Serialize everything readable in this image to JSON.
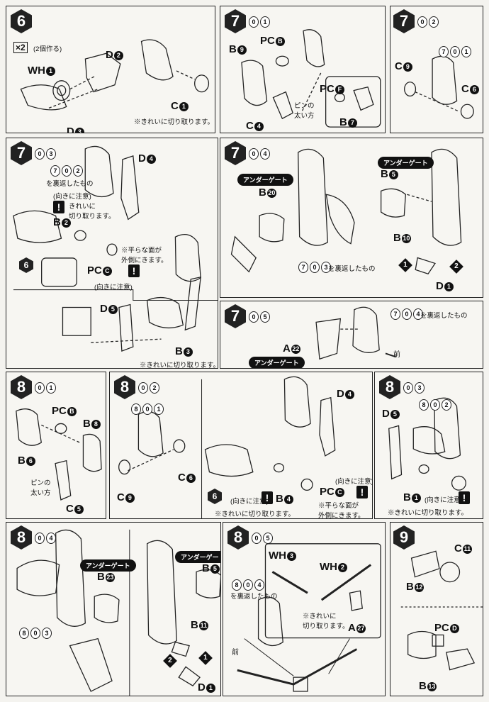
{
  "steps": {
    "s6": {
      "num": "6",
      "x2": "×2",
      "x2_note": "(2個作る)",
      "labels": {
        "wh1": "WH",
        "d2": "D",
        "d3": "D",
        "c1": "C"
      },
      "nums": {
        "wh1": "1",
        "d2": "2",
        "d3": "3",
        "c1": "1"
      },
      "note": "※きれいに切り取ります。"
    },
    "s701": {
      "num": "7",
      "sub": [
        "0",
        "1"
      ],
      "labels": {
        "pcb": "PC",
        "b9": "B",
        "c4": "C",
        "pcf": "PC",
        "b7": "B"
      },
      "nums": {
        "pcb": "B",
        "b9": "9",
        "c4": "4",
        "pcf": "F",
        "b7": "7"
      },
      "pin_note": "ピンの\n太い方"
    },
    "s702": {
      "num": "7",
      "sub": [
        "0",
        "2"
      ],
      "ref_sub": [
        "7",
        "0",
        "1"
      ],
      "labels": {
        "c9": "C",
        "c6": "C"
      },
      "nums": {
        "c9": "9",
        "c6": "6"
      }
    },
    "s703": {
      "num": "7",
      "sub": [
        "0",
        "3"
      ],
      "ref": "を裏返したもの",
      "ref_sub": [
        "7",
        "0",
        "2"
      ],
      "orient1": "(向きに注意)",
      "cut": "きれいに\n切り取ります。",
      "labels": {
        "d4": "D",
        "b2": "B",
        "pcc": "PC",
        "d5": "D",
        "b3": "B"
      },
      "nums": {
        "d4": "4",
        "b2": "2",
        "pcc": "C",
        "d5": "5",
        "b3": "3"
      },
      "flat": "※平らな面が\n外側にきます。",
      "orient2": "(向きに注意)",
      "note": "※きれいに切り取ります。",
      "six": "6"
    },
    "s704": {
      "num": "7",
      "sub": [
        "0",
        "4"
      ],
      "gate1": "アンダーゲート",
      "gate2": "アンダーゲート",
      "labels": {
        "b20": "B",
        "b5": "B",
        "b10": "B",
        "d1": "D"
      },
      "nums": {
        "b20": "20",
        "b5": "5",
        "b10": "10",
        "d1": "1"
      },
      "ref": "を裏返したもの",
      "ref_sub": [
        "7",
        "0",
        "3"
      ],
      "a1": "1",
      "a2": "2"
    },
    "s705": {
      "num": "7",
      "sub": [
        "0",
        "5"
      ],
      "ref": "を裏返したもの",
      "ref_sub": [
        "7",
        "0",
        "4"
      ],
      "labels": {
        "a22": "A"
      },
      "nums": {
        "a22": "22"
      },
      "gate": "アンダーゲート",
      "front": "前"
    },
    "s801": {
      "num": "8",
      "sub": [
        "0",
        "1"
      ],
      "labels": {
        "pcb": "PC",
        "b8": "B",
        "b6": "B",
        "c5": "C"
      },
      "nums": {
        "pcb": "B",
        "b8": "8",
        "b6": "6",
        "c5": "5"
      },
      "pin_note": "ピンの\n太い方"
    },
    "s802": {
      "num": "8",
      "sub": [
        "0",
        "2"
      ],
      "ref_sub": [
        "8",
        "0",
        "1"
      ],
      "labels": {
        "d4": "D",
        "c6": "C",
        "c9": "C",
        "b4": "B",
        "pcc": "PC"
      },
      "nums": {
        "d4": "4",
        "c6": "6",
        "c9": "9",
        "b4": "4",
        "pcc": "C"
      },
      "orient1": "(向きに注意)",
      "orient2": "(向きに注意)",
      "flat": "※平らな面が\n外側にきます。",
      "note": "※きれいに切り取ります。",
      "six": "6"
    },
    "s803": {
      "num": "8",
      "sub": [
        "0",
        "3"
      ],
      "ref_sub": [
        "8",
        "0",
        "2"
      ],
      "labels": {
        "d5": "D",
        "b1": "B"
      },
      "nums": {
        "d5": "5",
        "b1": "1"
      },
      "orient": "(向きに注意)",
      "note": "※きれいに切り取ります。"
    },
    "s804": {
      "num": "8",
      "sub": [
        "0",
        "4"
      ],
      "gate1": "アンダーゲート",
      "gate2": "アンダーゲート",
      "labels": {
        "b23": "B",
        "b5": "B",
        "b11": "B",
        "d1": "D"
      },
      "nums": {
        "b23": "23",
        "b5": "5",
        "b11": "11",
        "d1": "1"
      },
      "ref_sub": [
        "8",
        "0",
        "3"
      ],
      "a1": "1",
      "a2": "2"
    },
    "s805": {
      "num": "8",
      "sub": [
        "0",
        "5"
      ],
      "ref": "を裏返したもの",
      "ref_sub": [
        "8",
        "0",
        "4"
      ],
      "labels": {
        "wh3": "WH",
        "wh2": "WH",
        "a27": "A"
      },
      "nums": {
        "wh3": "3",
        "wh2": "2",
        "a27": "27"
      },
      "cut": "※きれいに\n切り取ります。",
      "front": "前"
    },
    "s9": {
      "num": "9",
      "labels": {
        "c11": "C",
        "b12": "B",
        "pcd": "PC",
        "b13": "B"
      },
      "nums": {
        "c11": "11",
        "b12": "12",
        "pcd": "D",
        "b13": "13"
      }
    }
  }
}
